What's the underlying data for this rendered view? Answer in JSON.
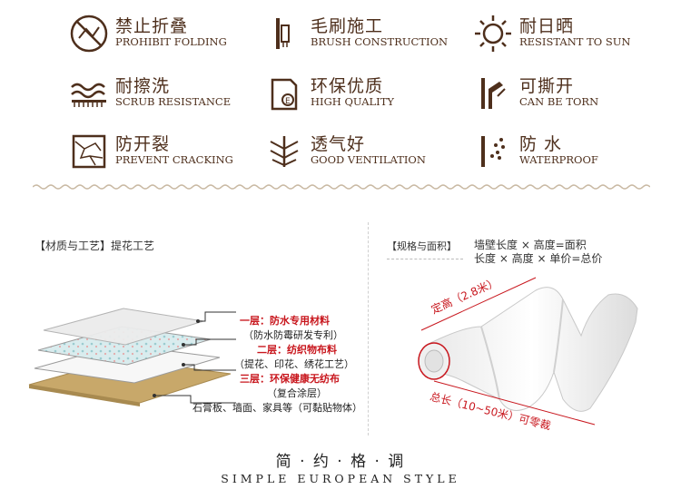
{
  "features": [
    {
      "zh": "禁止折叠",
      "en": "PROHIBIT FOLDING"
    },
    {
      "zh": "毛刷施工",
      "en": "BRUSH CONSTRUCTION"
    },
    {
      "zh": "耐日晒",
      "en": "RESISTANT TO SUN"
    },
    {
      "zh": "耐擦洗",
      "en": "SCRUB RESISTANCE"
    },
    {
      "zh": "环保优质",
      "en": "HIGH QUALITY"
    },
    {
      "zh": "可撕开",
      "en": "CAN BE TORN"
    },
    {
      "zh": "防开裂",
      "en": "PREVENT CRACKING"
    },
    {
      "zh": "透气好",
      "en": "GOOD VENTILATION"
    },
    {
      "zh": "防 水",
      "en": "WATERPROOF"
    }
  ],
  "material": {
    "header": "【材质与工艺】提花工艺",
    "layer1_title": "一层：防水专用材料",
    "layer1_sub": "（防水防霉研发专利）",
    "layer2_title": "二层：纺织物布料",
    "layer2_sub": "（提花、印花、绣花工艺）",
    "layer3_title": "三层：环保健康无纺布",
    "layer3_sub": "（复合涂层）",
    "base": "石膏板、墙面、家具等（可黏贴物体）"
  },
  "spec": {
    "header": "【规格与面积】",
    "formula1": "墙壁长度 × 高度=面积",
    "formula2": "长度 × 高度 × 单价=总价",
    "height_label": "定高（2.8米）",
    "length_label": "总长（10~50米）可零裁"
  },
  "footer": {
    "zh": "简 · 约 · 格 · 调",
    "en": "SIMPLE EUROPEAN STYLE"
  },
  "colors": {
    "brown": "#4e2f1c",
    "red": "#c8161d",
    "wood": "#c8a86a"
  }
}
